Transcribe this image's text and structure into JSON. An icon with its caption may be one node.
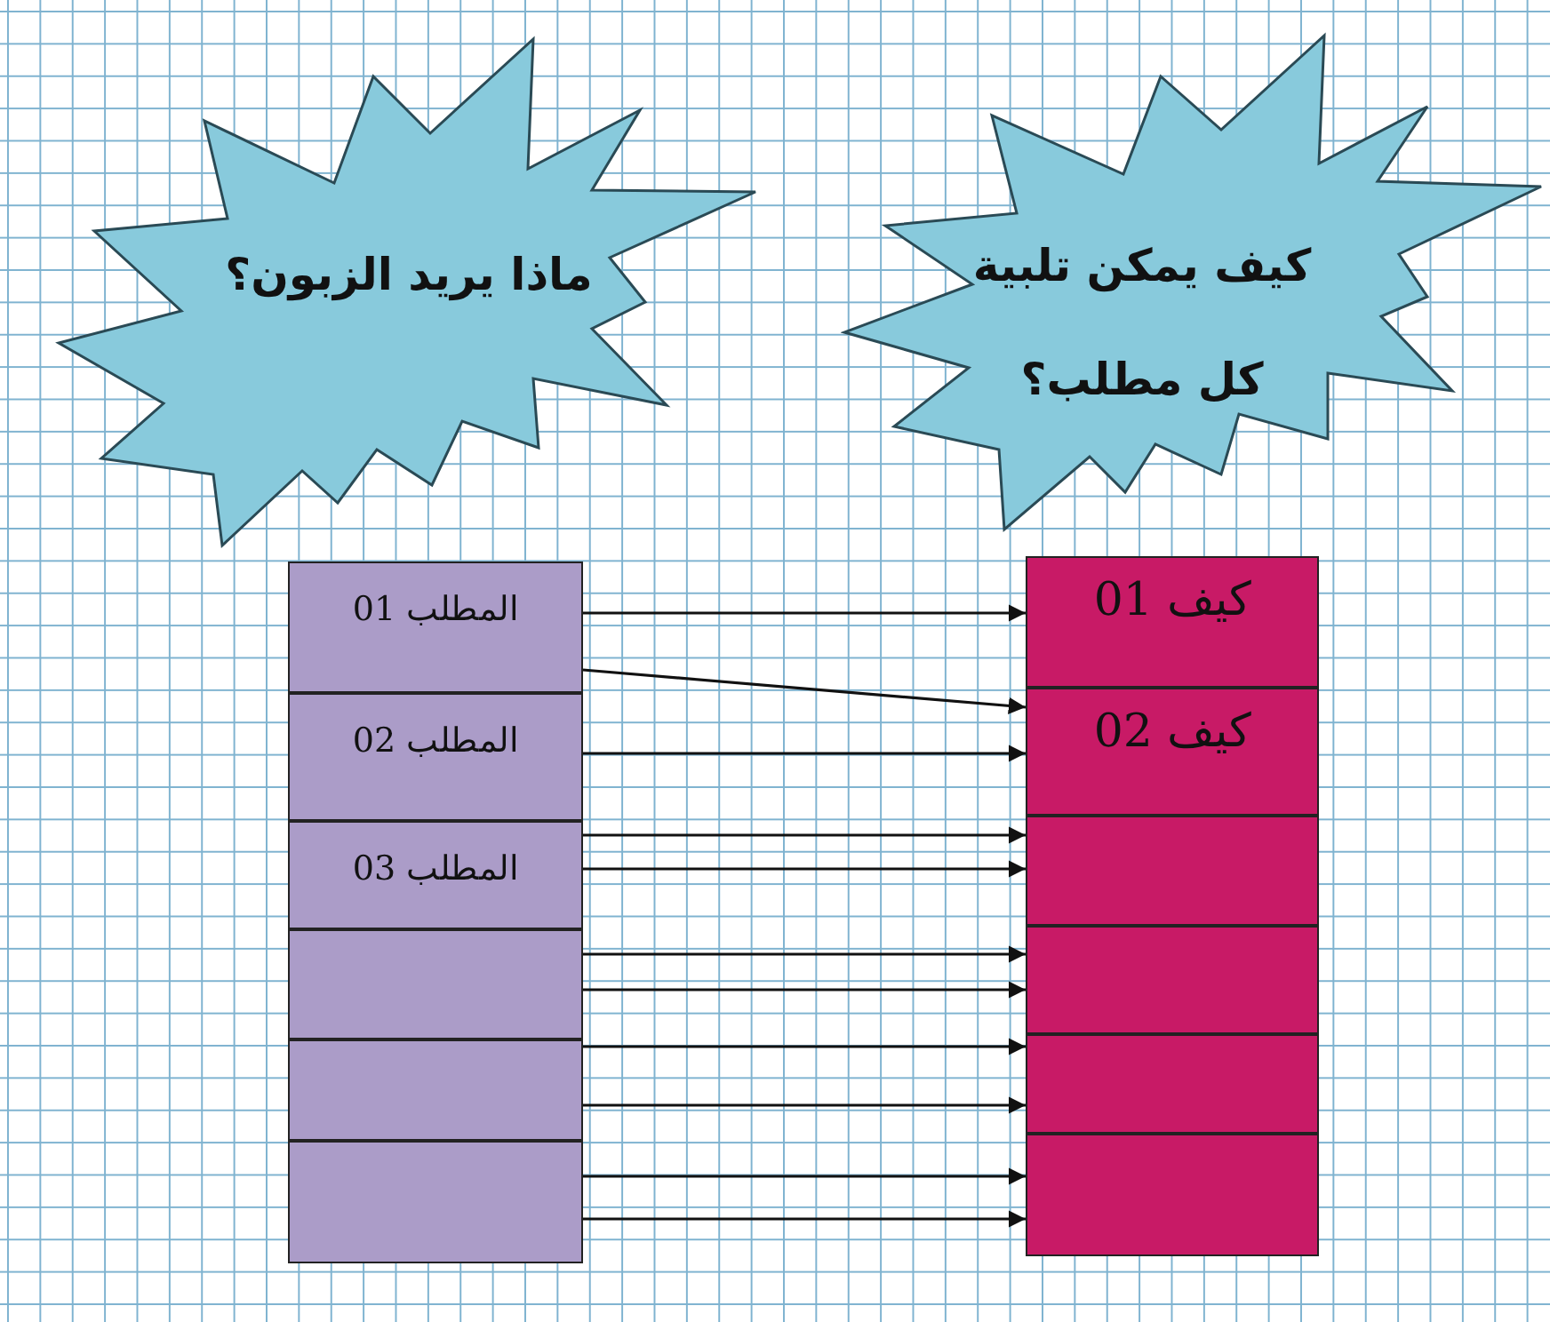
{
  "diagram": {
    "nodes": [
      {
        "text": [
          "ماذا يريد الزبون؟"
        ]
      },
      {
        "text": [
          "كيف يمكن تلبية كل مطلب؟"
        ]
      },
      {
        "text": [
          "المطلب 01"
        ]
      },
      {
        "text": [
          "المطلب 02"
        ]
      },
      {
        "text": [
          "المطلب 03"
        ]
      },
      {
        "text": [],
        "shape": "box"
      },
      {
        "text": [],
        "shape": "box"
      },
      {
        "text": [],
        "shape": "box"
      },
      {
        "text": [
          "كيف 01"
        ]
      },
      {
        "text": [
          "كيف 02"
        ]
      },
      {
        "text": [],
        "shape": "box"
      },
      {
        "text": [],
        "shape": "box"
      },
      {
        "text": [],
        "shape": "box"
      },
      {
        "text": [],
        "shape": "box"
      }
    ],
    "edges": [
      {
        "from": 2,
        "to": 8,
        "arrow": "to"
      },
      {
        "from": 2,
        "to": 9,
        "arrow": "to"
      },
      {
        "from": 3,
        "to": 9,
        "arrow": "to"
      },
      {
        "from": 4,
        "to": 10,
        "arrow": "to"
      },
      {
        "from": 4,
        "to": 10,
        "arrow": "to"
      },
      {
        "from": 5,
        "to": 11,
        "arrow": "to"
      },
      {
        "from": 5,
        "to": 11,
        "arrow": "to"
      },
      {
        "from": 6,
        "to": 12,
        "arrow": "to"
      },
      {
        "from": 6,
        "to": 12,
        "arrow": "to"
      },
      {
        "from": 7,
        "to": 13,
        "arrow": "to"
      },
      {
        "from": 7,
        "to": 13,
        "arrow": "to"
      }
    ]
  }
}
